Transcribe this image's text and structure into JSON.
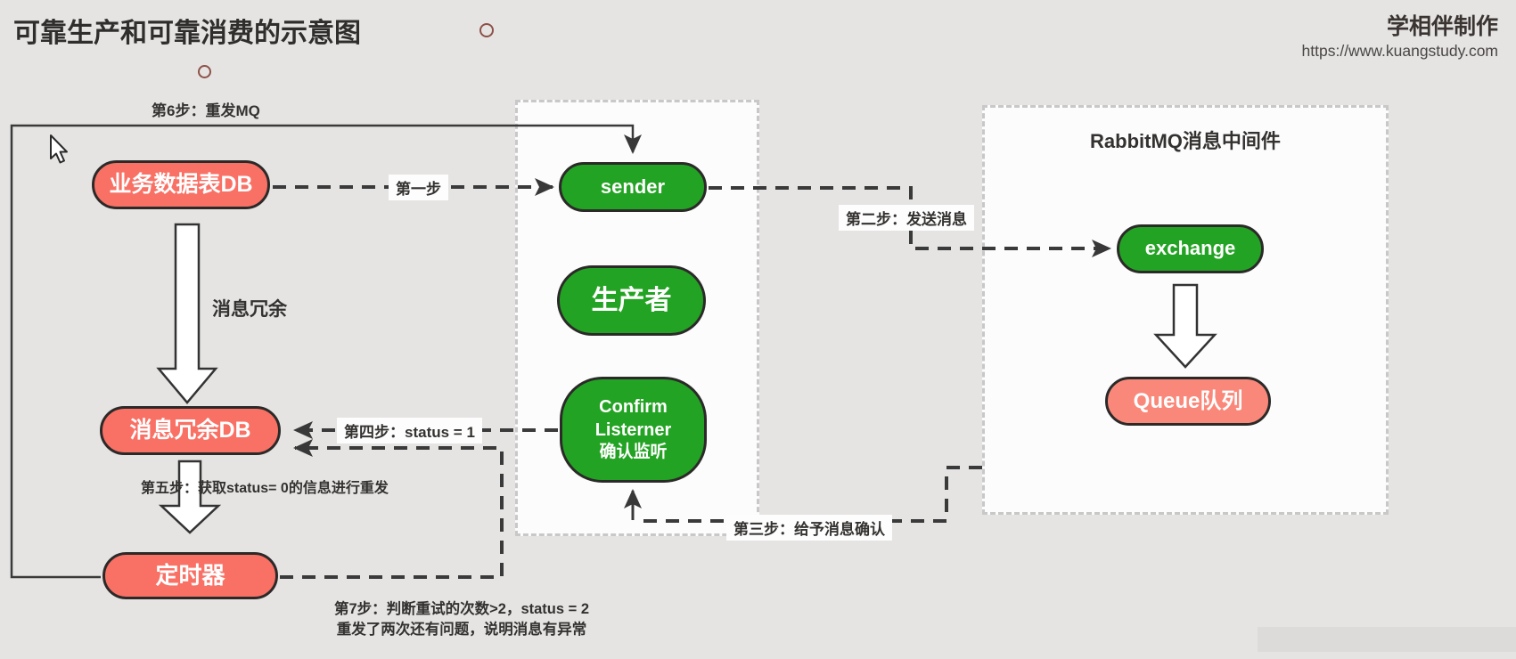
{
  "header": {
    "title": "可靠生产和可靠消费的示意图",
    "credit": "学相伴制作",
    "url": "https://www.kuangstudy.com"
  },
  "panels": {
    "rabbitmq": {
      "title": "RabbitMQ消息中间件"
    }
  },
  "nodes": {
    "business_db": {
      "label": "业务数据表DB"
    },
    "redundancy_db": {
      "label": "消息冗余DB"
    },
    "timer": {
      "label": "定时器"
    },
    "sender": {
      "label": "sender"
    },
    "producer": {
      "label": "生产者"
    },
    "confirm_listener": {
      "line1": "Confirm",
      "line2": "Listerner",
      "line3": "确认监听"
    },
    "exchange": {
      "label": "exchange"
    },
    "queue": {
      "label": "Queue队列"
    }
  },
  "steps": {
    "step1": "第一步",
    "step2": "第二步：发送消息",
    "step3": "第三步：给予消息确认",
    "step4": "第四步：status = 1",
    "step5": "第五步：获取status= 0的信息进行重发",
    "step6": "第6步：重发MQ",
    "step7_line1": "第7步：判断重试的次数>2，status = 2",
    "step7_line2": "重发了两次还有问题，说明消息有异常",
    "redundancy_flow": "消息冗余"
  },
  "colors": {
    "background": "#e5e4e3",
    "panel_bg": "#fcfcfc",
    "panel_border": "#c8c8c8",
    "node_red": "#f97065",
    "node_queue_red": "#fa887a",
    "node_green": "#23a323",
    "node_border": "#2b2a29",
    "wire": "#3a3a3a",
    "label_text": "#343230"
  }
}
